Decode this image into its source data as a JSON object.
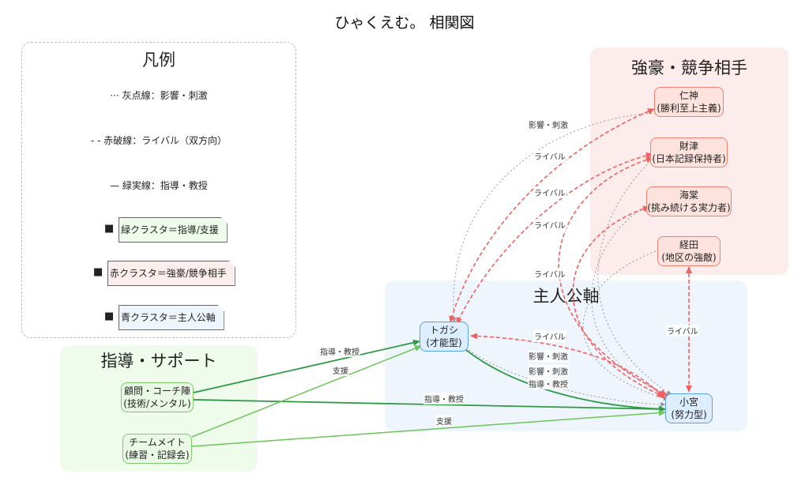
{
  "title": "ひゃくえむ。 相関図",
  "legend": {
    "title": "凡例",
    "gray_dotted": "··· 灰点線：影響・刺激",
    "red_dashed": "- - 赤破線：ライバル（双方向）",
    "green_solid": "— 緑実線：指導・教授",
    "green_cluster_mark": "■",
    "green_cluster": "緑クラスタ＝指導/支援",
    "red_cluster_mark": "■",
    "red_cluster": "赤クラスタ＝強豪/競争相手",
    "blue_cluster_mark": "■",
    "blue_cluster": "青クラスタ＝主人公軸"
  },
  "clusters": {
    "support": "指導・サポート",
    "rivals": "強豪・競争相手",
    "main": "主人公軸"
  },
  "nodes": {
    "komon": {
      "line1": "顧問・コーチ陣",
      "line2": "(技術/メンタル)"
    },
    "team": {
      "line1": "チームメイト",
      "line2": "(練習・記録会)"
    },
    "togashi": {
      "line1": "トガシ",
      "line2": "(才能型)"
    },
    "komiya": {
      "line1": "小宮",
      "line2": "(努力型)"
    },
    "nigami": {
      "line1": "仁神",
      "line2": "(勝利至上主義)"
    },
    "zaitsu": {
      "line1": "財津",
      "line2": "(日本記録保持者)"
    },
    "kaido": {
      "line1": "海棠",
      "line2": "(挑み続ける実力者)"
    },
    "keida": {
      "line1": "経田",
      "line2": "(地区の強敵)"
    }
  },
  "edge_labels": {
    "influence_top": "影響・刺激",
    "rival_zaitsu": "ライバル",
    "rival_kaido": "ライバル",
    "rival_nigami": "ライバル",
    "rival_mid": "ライバル",
    "rival_keida": "ライバル",
    "rival_togashi_komiya": "ライバル",
    "influence_1": "影響・刺激",
    "influence_2": "影響・刺激",
    "teach_togashi_komiya": "指導・教授",
    "teach_komon_togashi": "指導・教授",
    "support_team_togashi": "支援",
    "teach_komon_komiya": "指導・教授",
    "support_team_komiya": "支援"
  },
  "colors": {
    "green_dark": "#2e9a45",
    "green_light": "#6cc45a",
    "red": "#f06060",
    "gray": "#999999",
    "cluster_green": "#effcec",
    "cluster_red": "#fdeeee",
    "cluster_blue": "#eef5fd"
  }
}
